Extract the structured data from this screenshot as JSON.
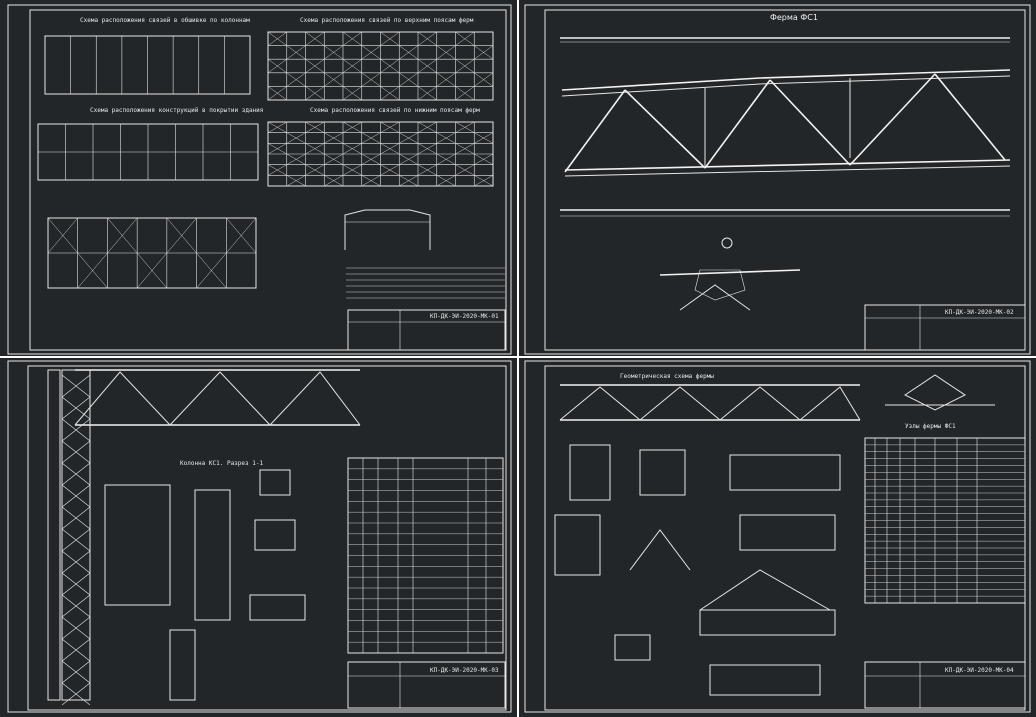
{
  "sheets": [
    {
      "id": "sheet-1",
      "titles": [
        "Схема расположения связей в обшивке по колоннам",
        "Схема расположения связей по верхним поясам ферм",
        "Схема расположения конструкций в покрытии здания",
        "Схема расположения связей по нижним поясам ферм"
      ],
      "stamp": "КП-ДК-ЭИ-2020-МК-01"
    },
    {
      "id": "sheet-2",
      "titles": [
        "Ферма ФС1"
      ],
      "stamp": "КП-ДК-ЭИ-2020-МК-02"
    },
    {
      "id": "sheet-3",
      "titles": [
        "Колонна КС1. Разрез 1-1"
      ],
      "stamp": "КП-ДК-ЭИ-2020-МК-03"
    },
    {
      "id": "sheet-4",
      "titles": [
        "Геометрическая схема фермы",
        "Узлы фермы ФС1"
      ],
      "stamp": "КП-ДК-ЭИ-2020-МК-04"
    }
  ],
  "colors": {
    "background": "#222629",
    "line": "#e6e6e6",
    "divider": "#ffffff"
  }
}
